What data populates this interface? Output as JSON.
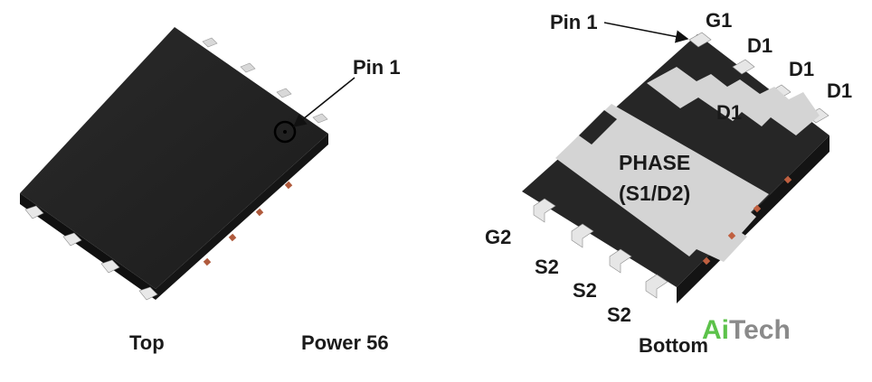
{
  "top_view": {
    "caption": "Top",
    "pin1_label": "Pin 1"
  },
  "package_name": "Power 56",
  "bottom_view": {
    "caption": "Bottom",
    "pin1_label": "Pin 1",
    "g1": "G1",
    "d1_pins": [
      "D1",
      "D1",
      "D1"
    ],
    "d1_pad": "D1",
    "phase_line1": "PHASE",
    "phase_line2": "(S1/D2)",
    "g2": "G2",
    "s2_pins": [
      "S2",
      "S2",
      "S2"
    ]
  },
  "watermark": {
    "part1": "Ai",
    "part2": "Tech",
    "color1": "#5cc24a",
    "color2": "#8a8a8a"
  },
  "colors": {
    "body": "#2b2b2b",
    "pad": "#d4d4d4",
    "pin_silver": "#e6e6e6",
    "pin_copper": "#c06040"
  }
}
